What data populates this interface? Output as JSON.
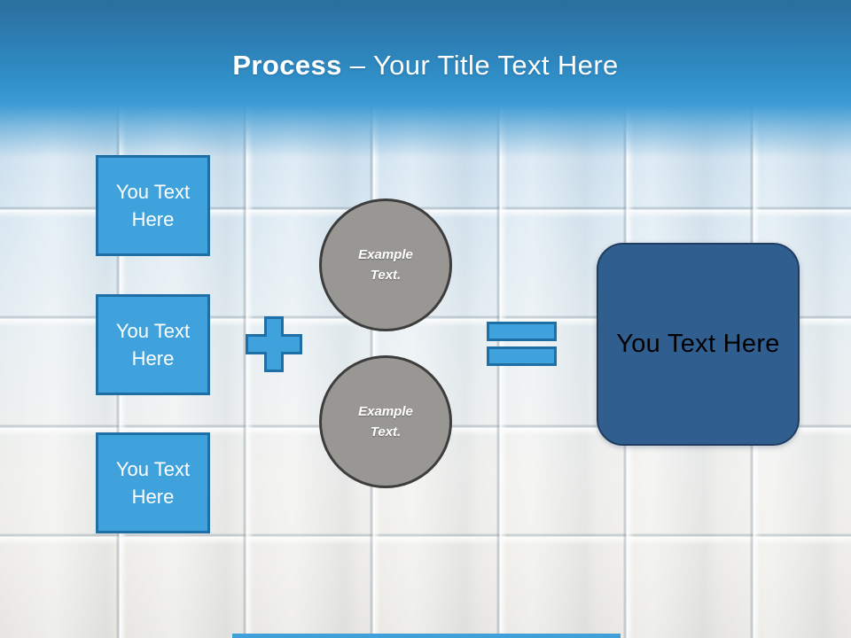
{
  "header": {
    "title_bold": "Process",
    "title_rest": " – Your Title Text Here"
  },
  "left_boxes": [
    {
      "label": "You Text Here"
    },
    {
      "label": "You Text Here"
    },
    {
      "label": "You Text Here"
    }
  ],
  "operators": [
    {
      "name": "plus"
    },
    {
      "name": "equals"
    }
  ],
  "circles": [
    {
      "label": "Example Text."
    },
    {
      "label": "Example Text."
    }
  ],
  "result_box": {
    "label": "You Text Here"
  },
  "colors": {
    "accent_blue": "#3FA2DC",
    "accent_border": "#1E6FA5",
    "header_top": "#2B6F9D",
    "header_mid": "#3190C9",
    "circle_fill": "#999793",
    "circle_border": "#3D3D3D",
    "result_fill": "#305F8F",
    "result_border": "#1F3C62",
    "footer_bar": "#3FA0DA",
    "title_text": "#FFFFFF",
    "result_text": "#000000"
  }
}
